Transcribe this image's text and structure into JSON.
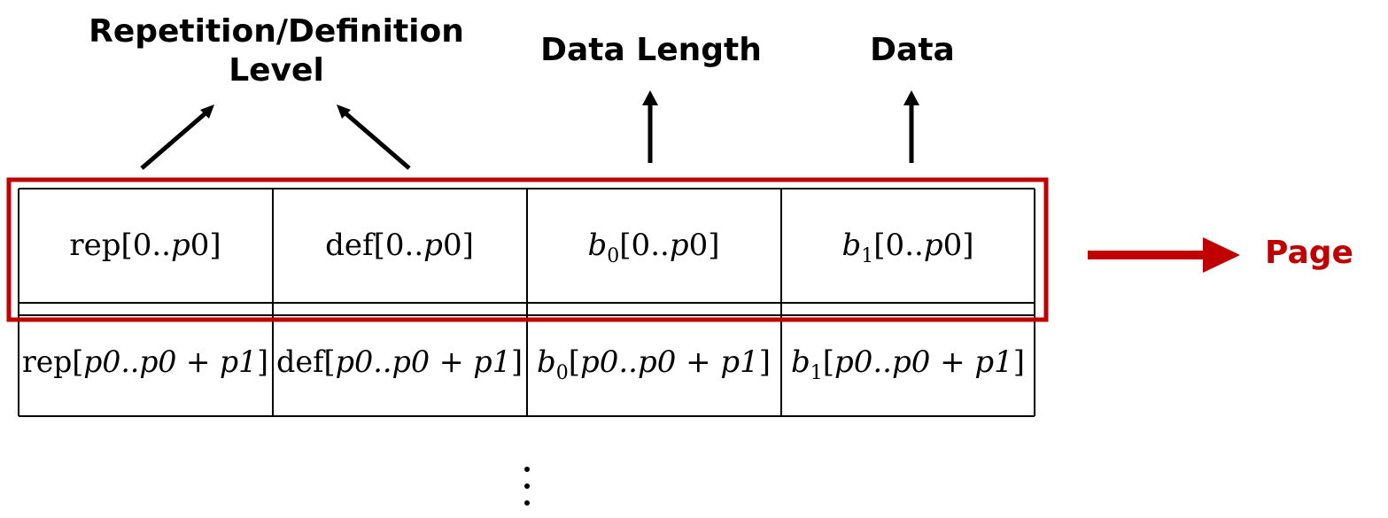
{
  "labels": {
    "rep_def_line1": "Repetition/Definition",
    "rep_def_line2": "Level",
    "data_length": "Data Length",
    "data": "Data",
    "page": "Page"
  },
  "rows": [
    {
      "cells": [
        {
          "prefix": "rep",
          "sub": "",
          "range_a": "0",
          "range_b": "p",
          "range_c": "0",
          "plus": ""
        },
        {
          "prefix": "def",
          "sub": "",
          "range_a": "0",
          "range_b": "p",
          "range_c": "0",
          "plus": ""
        },
        {
          "prefix": "b",
          "sub": "0",
          "range_a": "0",
          "range_b": "p",
          "range_c": "0",
          "plus": ""
        },
        {
          "prefix": "b",
          "sub": "1",
          "range_a": "0",
          "range_b": "p",
          "range_c": "0",
          "plus": ""
        }
      ]
    },
    {
      "cells": [
        {
          "prefix": "rep",
          "sub": "",
          "text": "p0..p0 + p1"
        },
        {
          "prefix": "def",
          "sub": "",
          "text": "p0..p0 + p1"
        },
        {
          "prefix": "b",
          "sub": "0",
          "text": "p0..p0 + p1"
        },
        {
          "prefix": "b",
          "sub": "1",
          "text": "p0..p0 + p1"
        }
      ]
    }
  ],
  "ellipsis": "⋮",
  "colors": {
    "accent": "#c00000",
    "line": "#000000"
  }
}
